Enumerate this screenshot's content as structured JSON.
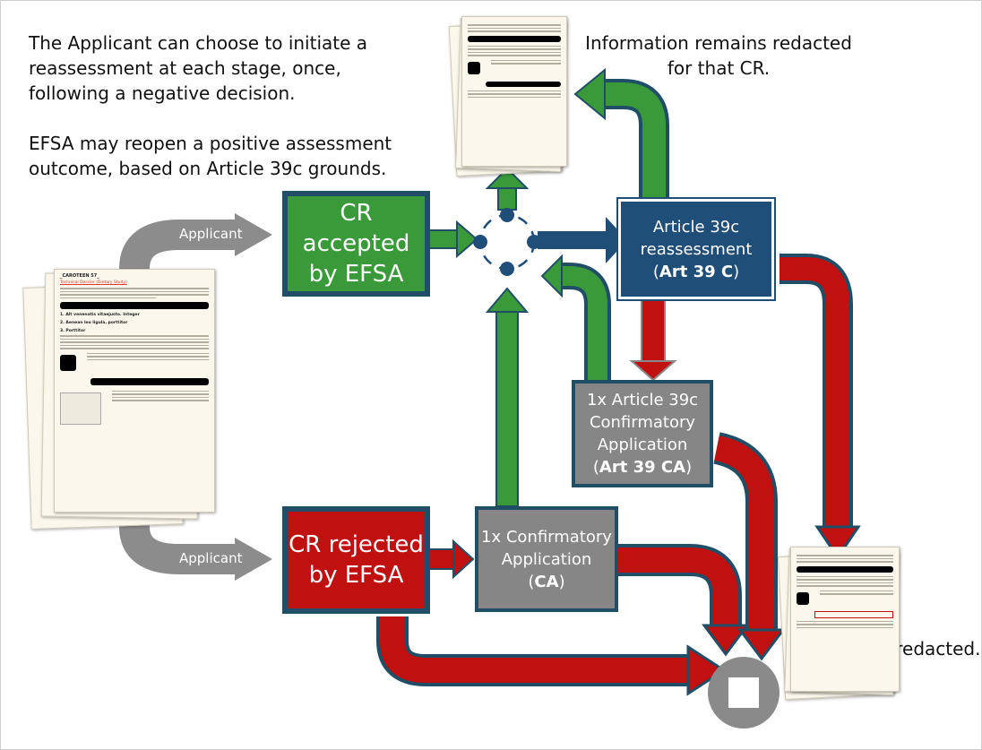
{
  "notes": {
    "reassessment_note": "The Applicant can choose to initiate a\nreassessment at each stage, once,\nfollowing a negative decision.",
    "reopen_note": "EFSA may reopen a positive assessment\noutcome, based on Article 39c grounds.",
    "redacted_note": "Information remains redacted\nfor that CR.",
    "unredacted_note": "Content unredacted."
  },
  "labels": {
    "applicant_top": "Applicant",
    "applicant_bottom": "Applicant"
  },
  "boxes": {
    "accepted": "CR accepted\nby EFSA",
    "rejected": "CR rejected\nby EFSA",
    "ca_line1": "1x Confirmatory",
    "ca_line2": "Application",
    "ca_code": "CA",
    "art39c_line1": "Article 39c",
    "art39c_line2": "reassessment",
    "art39c_code": "Art 39 C",
    "art39ca_line1": "1x Article 39c",
    "art39ca_line2": "Confirmatory",
    "art39ca_line3": "Application",
    "art39ca_code": "Art 39 CA"
  },
  "document": {
    "title": "_CAROTEEN 57_",
    "subtitle": "Technical Dossier (Dietary Study)",
    "heading1": "1. Alt venenatis vitaejusto. Integer",
    "heading2": "2. Aenean leo ligula, porttitor",
    "heading3": "3. Porttitor"
  },
  "colors": {
    "green": "#3a9a3a",
    "red": "#c0100f",
    "grey": "#868686",
    "navy": "#1f4e79",
    "arrow_grey": "#8c8c8c"
  }
}
